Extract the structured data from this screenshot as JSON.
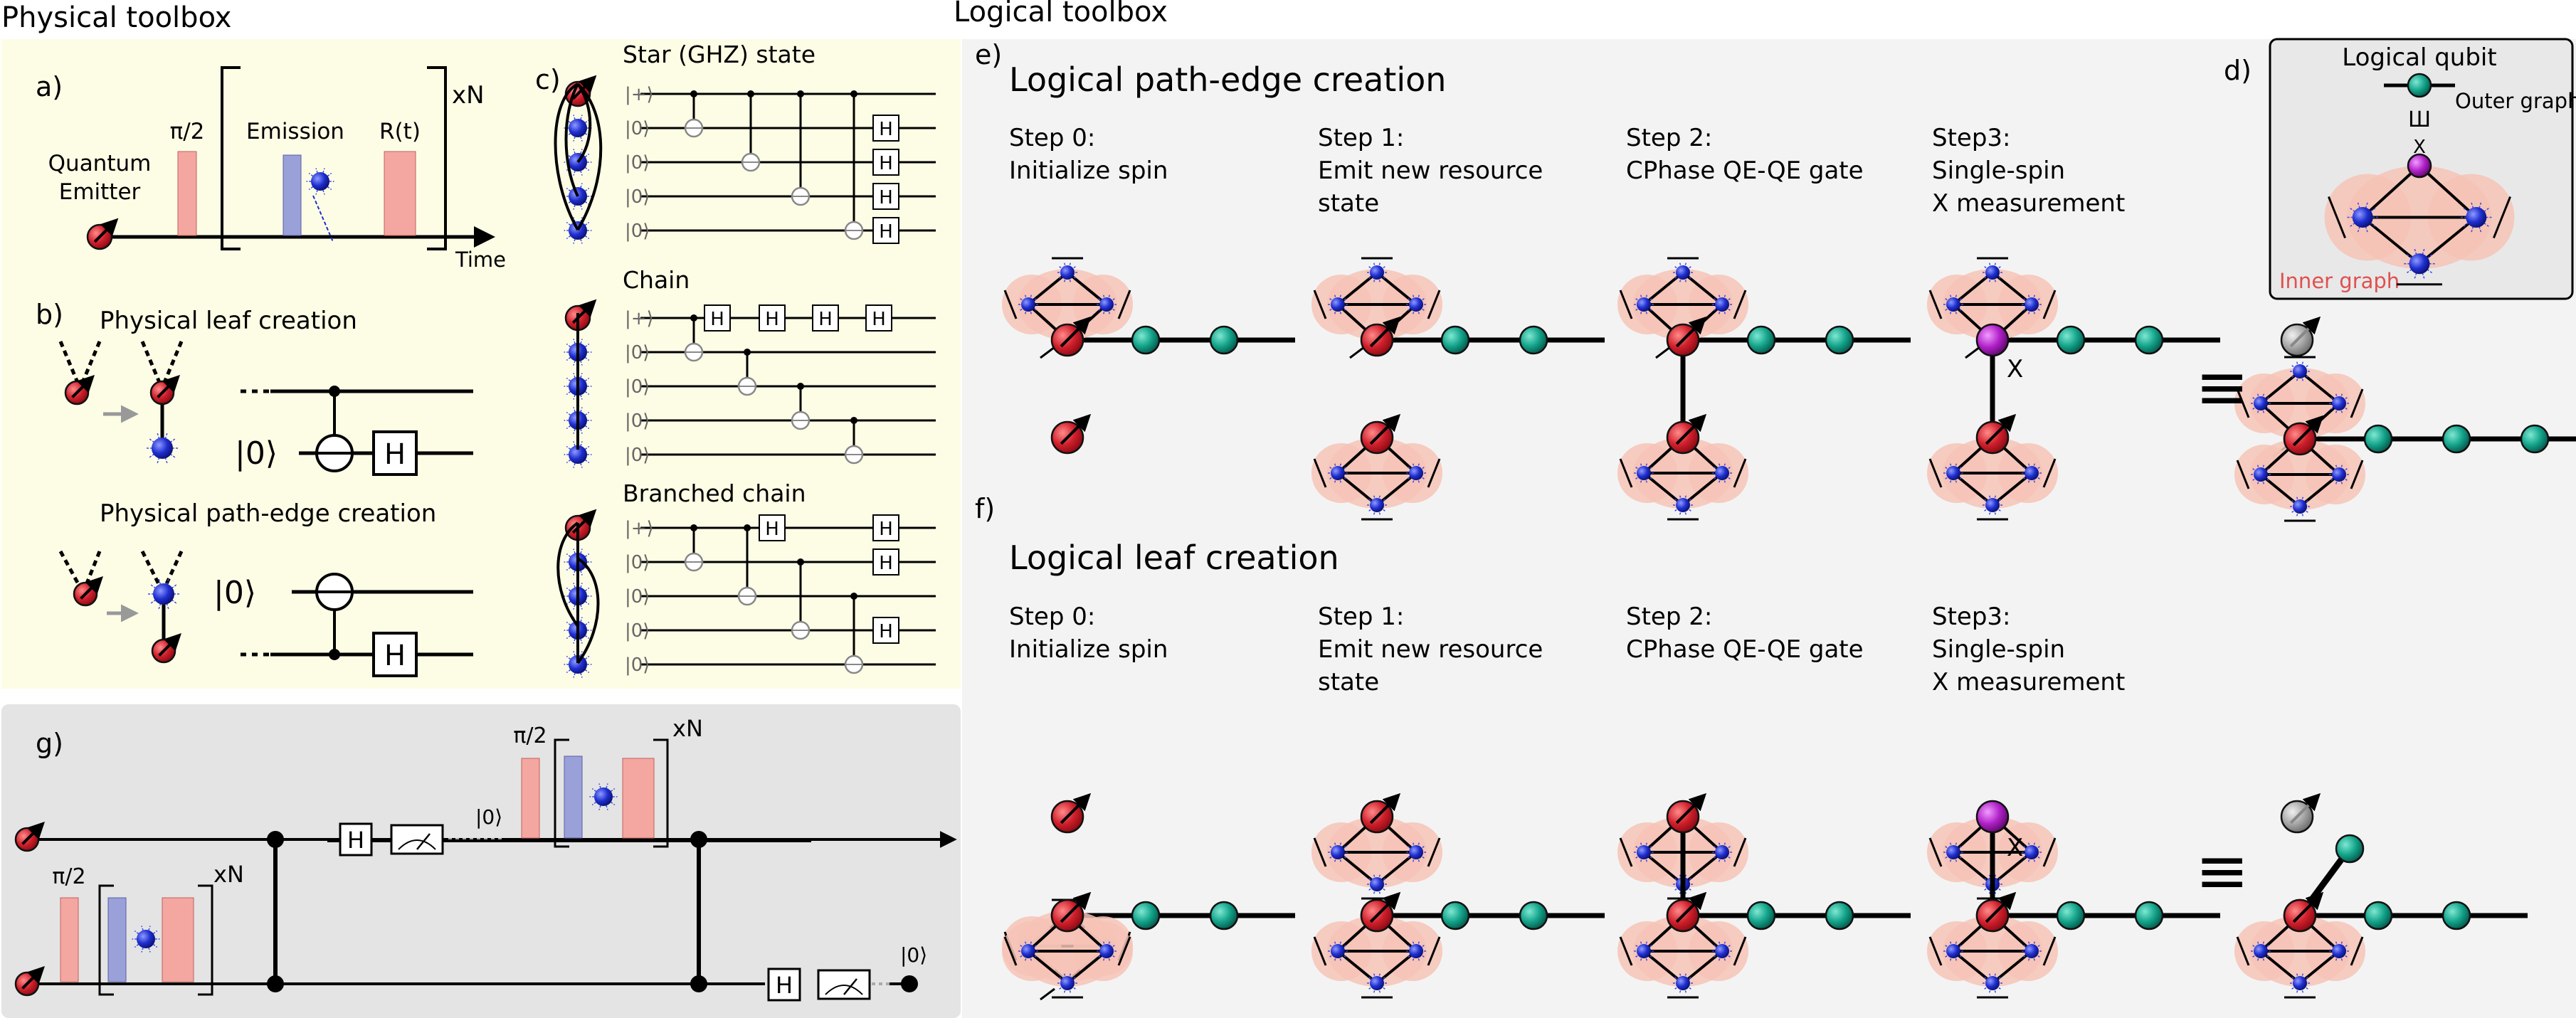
{
  "headings": {
    "physical": "Physical toolbox",
    "logical": "Logical toolbox"
  },
  "panel_letters": {
    "a": "a)",
    "b": "b)",
    "c": "c)",
    "d": "d)",
    "e": "e)",
    "f": "f)",
    "g": "g)"
  },
  "panel_a": {
    "emitter": [
      "Quantum",
      "Emitter"
    ],
    "pulse_label": "π/2",
    "emission": "Emission",
    "rotation": "R(t)",
    "repeat": "xN",
    "time_axis": "Time"
  },
  "panel_b": {
    "leaf_title": "Physical leaf creation",
    "path_title": "Physical path-edge creation",
    "gate": "H",
    "ket0": "|0⟩"
  },
  "panel_c": {
    "titles": [
      "Star (GHZ) state",
      "Chain",
      "Branched chain"
    ],
    "kets": [
      "|+⟩",
      "|0⟩",
      "|0⟩",
      "|0⟩",
      "|0⟩"
    ],
    "gate": "H"
  },
  "panel_d": {
    "title": "Logical qubit",
    "outer": "Outer graph",
    "inner": "Inner graph",
    "equiv": "≡",
    "meas": "X"
  },
  "panel_e": {
    "title": "Logical path-edge creation",
    "steps": [
      {
        "h": "Step 0:",
        "l1": "Initialize spin",
        "l2": ""
      },
      {
        "h": "Step 1:",
        "l1": "Emit new resource",
        "l2": "state"
      },
      {
        "h": "Step 2:",
        "l1": "CPhase QE-QE gate",
        "l2": ""
      },
      {
        "h": "Step3:",
        "l1": "Single-spin",
        "l2": "X measurement"
      }
    ],
    "meas": "X",
    "equiv": "≡"
  },
  "panel_f": {
    "title": "Logical leaf creation",
    "steps": [
      {
        "h": "Step 0:",
        "l1": "Initialize spin",
        "l2": ""
      },
      {
        "h": "Step 1:",
        "l1": "Emit new resource",
        "l2": "state"
      },
      {
        "h": "Step 2:",
        "l1": "CPhase QE-QE gate",
        "l2": ""
      },
      {
        "h": "Step3:",
        "l1": "Single-spin",
        "l2": "X measurement"
      }
    ],
    "meas": "X",
    "equiv": "≡"
  },
  "panel_g": {
    "pulse_label": "π/2",
    "repeat": "xN",
    "ket0": "|0⟩",
    "gate": "H"
  },
  "colors": {
    "red": "#d0202c",
    "blue": "#1f2fd0",
    "teal": "#13a38a",
    "purple": "#b020c8",
    "pink": "#f4a7a0",
    "lavender": "#9aa0d8",
    "panel_yellow": "#fdfde6",
    "panel_gray": "#e4e4e4",
    "panel_light": "#f3f3f3"
  }
}
